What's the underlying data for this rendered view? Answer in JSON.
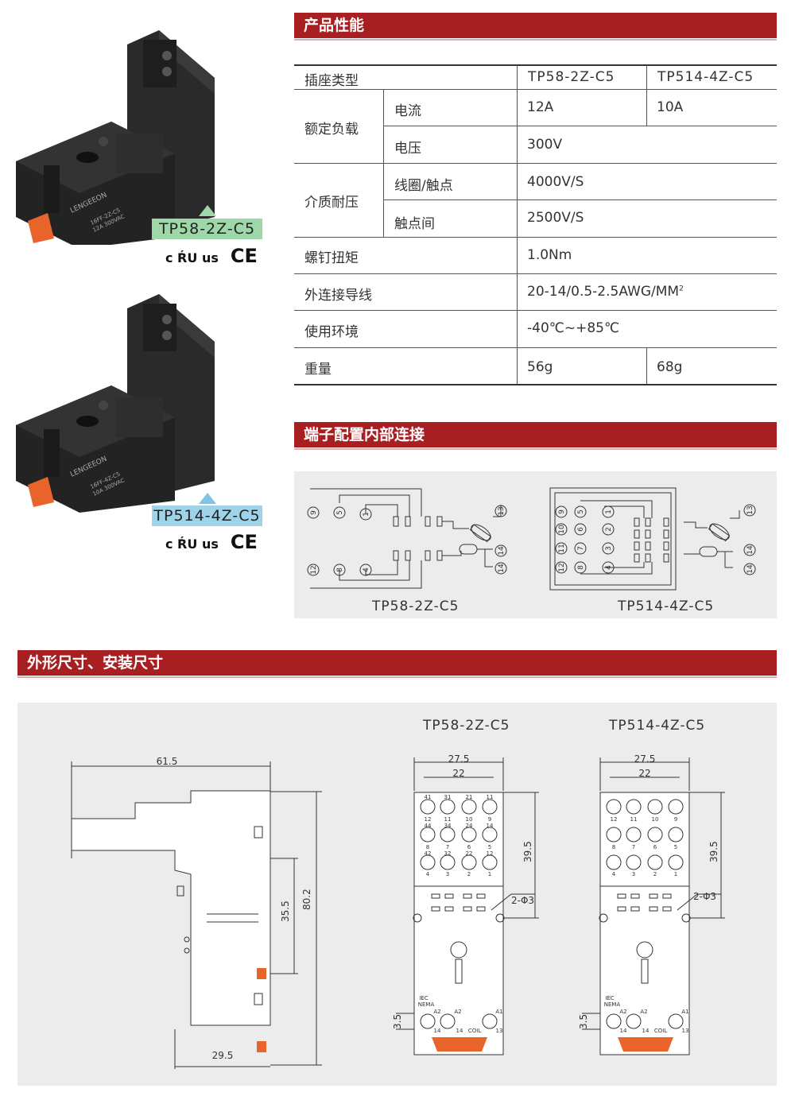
{
  "sections": {
    "performance": "产品性能",
    "wiring": "端子配置内部连接",
    "dimensions": "外形尺寸、安装尺寸"
  },
  "products": [
    {
      "model": "TP58-2Z-C5",
      "tag_color": "#9ed7a8",
      "arrow_color": "#9ed7a8",
      "label_line1": "16FF-2Z-C5",
      "label_line2": "12A 300VAC"
    },
    {
      "model": "TP514-4Z-C5",
      "tag_color": "#9fd3ea",
      "arrow_color": "#7fc3e6",
      "label_line1": "16FF-4Z-C5",
      "label_line2": "10A 300VAC"
    }
  ],
  "brand": "LENGEEON",
  "cert_marks": {
    "ul": "c ŔU us",
    "ce": "CE"
  },
  "spec_table": {
    "header": {
      "label": "插座类型",
      "col1": "TP58-2Z-C5",
      "col2": "TP514-4Z-C5"
    },
    "rated_load": {
      "label": "额定负载",
      "current_label": "电流",
      "current_1": "12A",
      "current_2": "10A",
      "voltage_label": "电压",
      "voltage": "300V"
    },
    "dielectric": {
      "label": "介质耐压",
      "coil_contact_label": "线圈/触点",
      "coil_contact": "4000V/S",
      "between_contacts_label": "触点间",
      "between_contacts": "2500V/S"
    },
    "torque": {
      "label": "螺钉扭矩",
      "value": "1.0Nm"
    },
    "wire": {
      "label": "外连接导线",
      "value": "20-14/0.5-2.5AWG/MM",
      "sup": "2"
    },
    "environment": {
      "label": "使用环境",
      "value": "-40℃~+85℃"
    },
    "weight": {
      "label": "重量",
      "value_1": "56g",
      "value_2": "68g"
    }
  },
  "wiring": {
    "captions": [
      "TP58-2Z-C5",
      "TP514-4Z-C5"
    ],
    "left_terms": {
      "top": [
        "9",
        "5",
        "1"
      ],
      "bottom": [
        "12",
        "8",
        "4"
      ],
      "right": [
        "13",
        "14",
        "14"
      ]
    },
    "right_terms": {
      "col1": [
        "9",
        "10",
        "11",
        "12"
      ],
      "col2": [
        "5",
        "6",
        "7",
        "8"
      ],
      "col3": [
        "1",
        "2",
        "3",
        "4"
      ],
      "right": [
        "13",
        "14",
        "14"
      ]
    }
  },
  "dimensions": {
    "side": {
      "width": "61.5",
      "height_total": "80.2",
      "height_mid": "35.5",
      "base": "29.5"
    },
    "front_titles": [
      "TP58-2Z-C5",
      "TP514-4Z-C5"
    ],
    "front": {
      "outer": "27.5",
      "inner": "22",
      "height": "39.5",
      "hole": "2-Φ3",
      "bottom": "3.5"
    },
    "pin_labels": {
      "top1": [
        "41",
        "31",
        "21",
        "11"
      ],
      "top2": [
        "12",
        "11",
        "10",
        "9"
      ],
      "mid1": [
        "44",
        "34",
        "24",
        "14"
      ],
      "mid2": [
        "8",
        "7",
        "6",
        "5"
      ],
      "low1": [
        "42",
        "32",
        "22",
        "12"
      ],
      "low2": [
        "4",
        "3",
        "2",
        "1"
      ]
    },
    "base_labels": {
      "iec": "IEC",
      "nema": "NEMA",
      "a2": "A2",
      "a1": "A1",
      "coil": "COIL",
      "n14": "14",
      "n13": "13"
    }
  }
}
